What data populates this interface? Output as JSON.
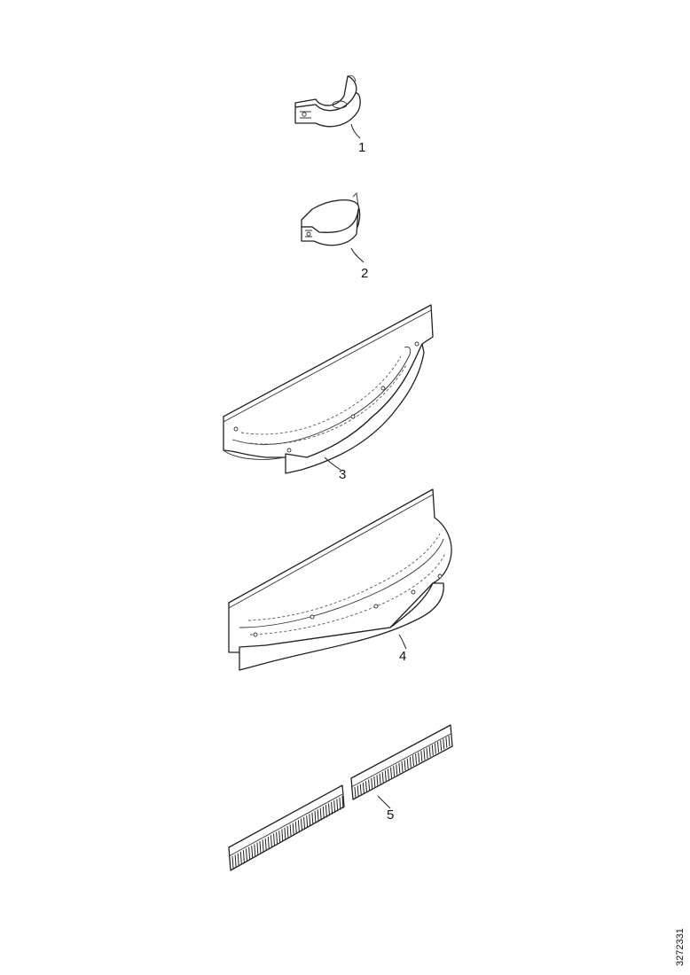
{
  "parts": [
    {
      "id": "part-1",
      "label": "1"
    },
    {
      "id": "part-2",
      "label": "2"
    },
    {
      "id": "part-3",
      "label": "3"
    },
    {
      "id": "part-4",
      "label": "4"
    },
    {
      "id": "part-5",
      "label": "5"
    }
  ],
  "document_number": "3272331"
}
